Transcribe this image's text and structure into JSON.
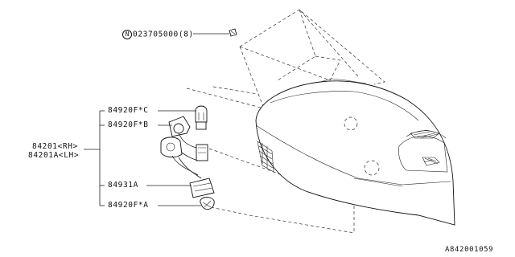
{
  "callouts": {
    "screw_prefix": "N",
    "screw": "023705000(8)",
    "bulb_c": "84920F*C",
    "bulb_b": "84920F*B",
    "socket": "84931A",
    "bulb_a": "84920F*A",
    "assembly_rh": "84201<RH>",
    "assembly_lh": "84201A<LH>"
  },
  "diagram_id": "A842001059"
}
